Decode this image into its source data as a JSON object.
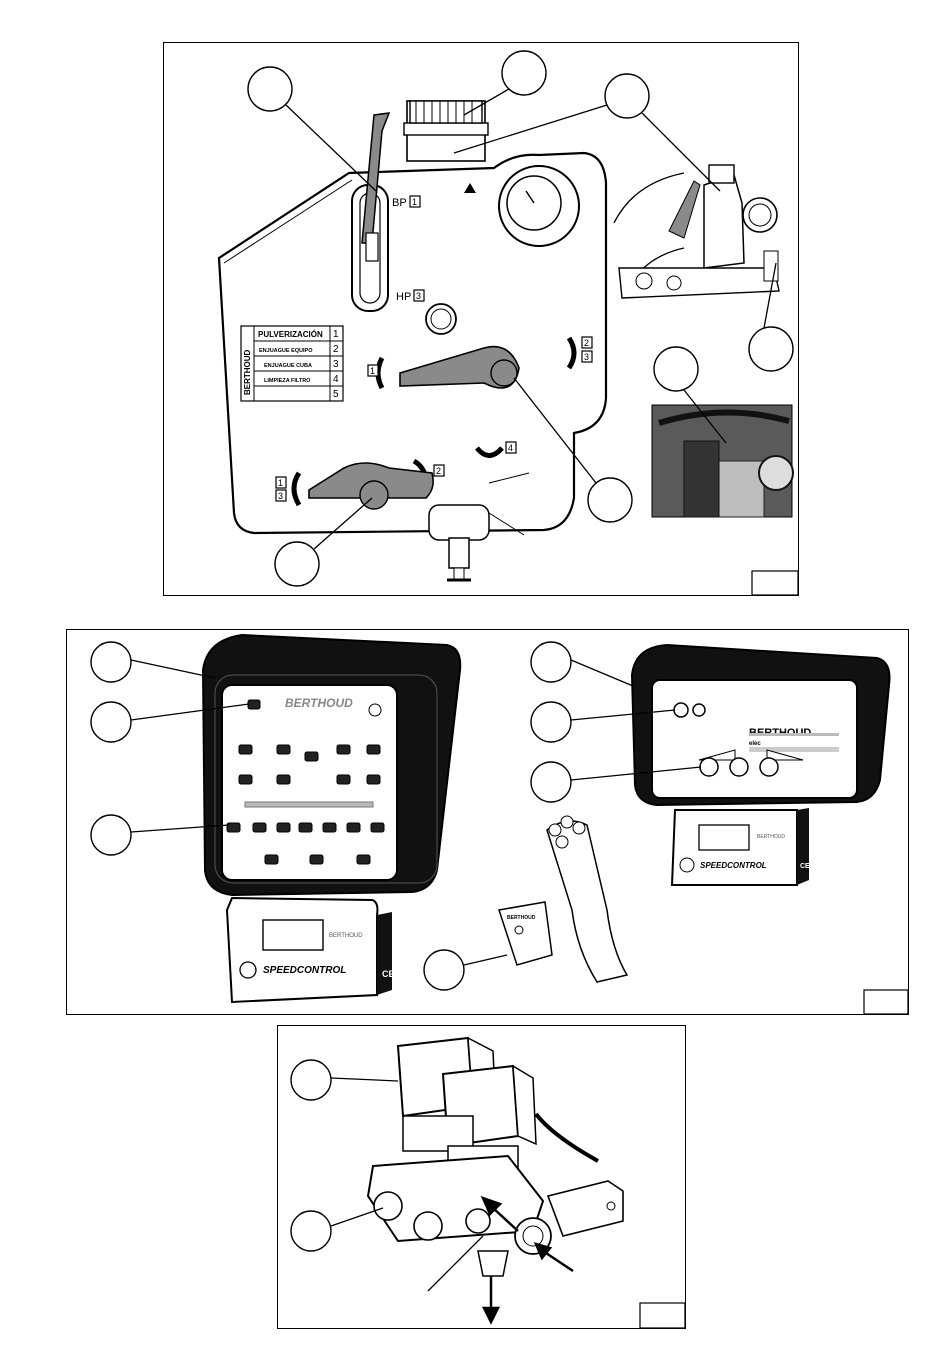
{
  "figure1": {
    "lever_labels": {
      "bp": "BP",
      "bp_num": "1",
      "hp": "HP",
      "hp_num": "3"
    },
    "table": {
      "brand": "BERTHOUD",
      "rows": [
        {
          "label": "PULVERIZACIÓN",
          "num": "1"
        },
        {
          "label": "ENJUAGUE EQUIPO",
          "num": "2"
        },
        {
          "label": "ENJUAGUE CUBA",
          "num": "3"
        },
        {
          "label": "LIMPIEZA FILTRO",
          "num": "4"
        },
        {
          "label": "",
          "num": "5"
        }
      ]
    },
    "valve_marks": {
      "right_left": "1",
      "right_r1": "2",
      "right_r2": "3",
      "lower_l1": "1",
      "lower_l2": "3",
      "lower_r": "2",
      "top": "4"
    }
  },
  "figure2": {
    "left_panel": {
      "brand": "BERTHOUD",
      "display_brand": "BERTHOUD",
      "display_logo": "SPEEDCONTROL"
    },
    "right_panel": {
      "brand": "BERTHOUD",
      "sub": "elec",
      "display_brand": "BERTHOUD",
      "display_logo": "SPEEDCONTROL"
    },
    "joystick_box": {
      "brand": "BERTHOUD"
    },
    "ce_mark": "CE"
  },
  "colors": {
    "ink": "#000000",
    "grey_lever": "#8a8a8a",
    "panel_dark": "#111111"
  }
}
